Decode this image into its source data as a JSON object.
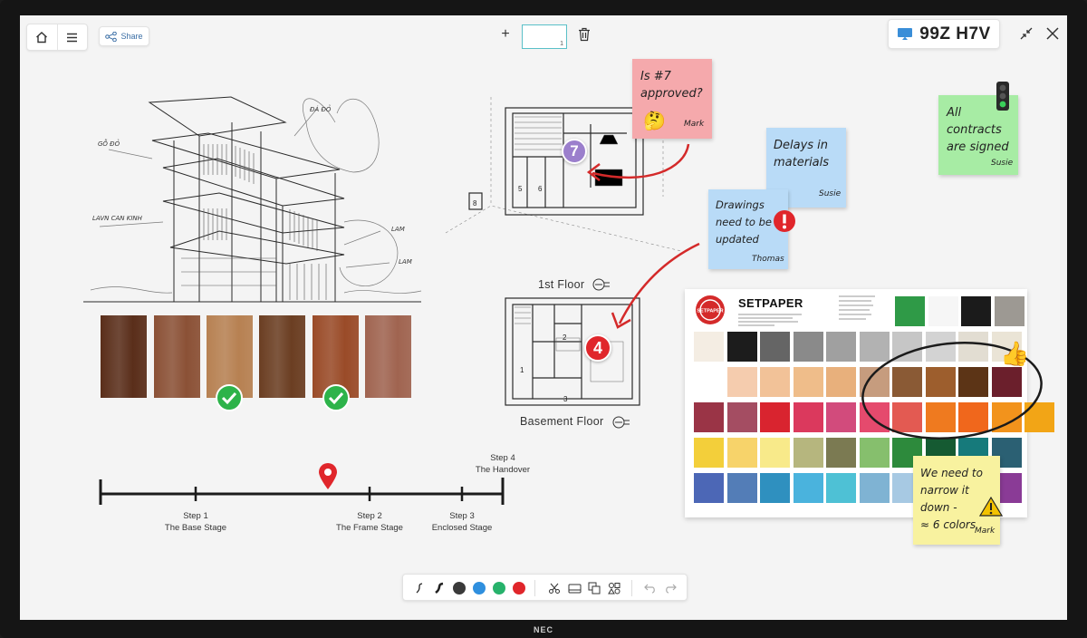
{
  "device": {
    "brand": "NEC"
  },
  "toolbar": {
    "home_icon": "home-icon",
    "menu_icon": "menu-icon",
    "share_label": "Share",
    "add_page_icon": "plus-icon",
    "page_number": "1",
    "delete_icon": "trash-icon"
  },
  "session": {
    "cast_icon": "cast-icon",
    "code": "99Z H7V",
    "minimize_icon": "collapse-icon",
    "close_icon": "close-icon"
  },
  "notes": {
    "approved": {
      "lines": [
        "Is #7",
        "approved?"
      ],
      "author": "Mark",
      "color": "#f5a9ac"
    },
    "delays": {
      "lines": [
        "Delays in",
        "materials"
      ],
      "author": "Susie",
      "color": "#b9dbf7"
    },
    "drawings": {
      "lines": [
        "Drawings",
        "need to be",
        "updated"
      ],
      "author": "Thomas",
      "color": "#b9dbf7"
    },
    "contracts": {
      "lines": [
        "All",
        "contracts",
        "are signed"
      ],
      "author": "Susie",
      "color": "#a7eca4"
    },
    "narrow": {
      "lines": [
        "We need to",
        "narrow it",
        "down -",
        "≈ 6 colors"
      ],
      "author": "Mark",
      "color": "#f8f29f"
    }
  },
  "sketch": {
    "labels": [
      "GỖ ĐỎ",
      "ĐÁ ĐỎ",
      "LAVN CAN KINH",
      "LAM",
      "LAM"
    ]
  },
  "floorplans": {
    "first_floor": "1st Floor",
    "basement_floor": "Basement Floor",
    "markers": [
      "7",
      "4"
    ],
    "room_numbers": [
      "5",
      "6",
      "8",
      "2",
      "1",
      "3"
    ]
  },
  "timeline": {
    "steps": [
      {
        "line1": "Step 1",
        "line2": "The Base Stage"
      },
      {
        "line1": "Step 2",
        "line2": "The Frame Stage"
      },
      {
        "line1": "Step 3",
        "line2": "Enclosed Stage"
      },
      {
        "line1": "Step 4",
        "line2": "The Handover"
      }
    ]
  },
  "palette": {
    "brand": "SETPAPER",
    "logo_text": "SETPAPER",
    "rows": [
      [
        "#2f9a47",
        "#f6f6f6",
        "#1b1b1b",
        "#9d9993"
      ],
      [
        "#f4ede3",
        "#1c1c1c",
        "#656565",
        "#8a8a8a",
        "#a0a0a0",
        "#b2b2b2",
        "#c6c6c6",
        "#d3d3d3",
        "#e2ddd2",
        "#eae4d6"
      ],
      [
        "#f5ccae",
        "#f2c298",
        "#efbd8a",
        "#e8b07c",
        "#c69c7e",
        "#8a5a35",
        "#9d5e2d",
        "#5c3416",
        "#6b1f2c"
      ],
      [
        "#9a3446",
        "#a44d62",
        "#d9242f",
        "#db395d",
        "#d24b7c",
        "#e54a6d",
        "#e35a52",
        "#ef7a1f",
        "#f0671c",
        "#f2931c",
        "#f2a516"
      ],
      [
        "#f3cf3a",
        "#f7d36a",
        "#f8ea8a",
        "#b6b67e",
        "#7b7a52",
        "#86bf6d",
        "#2d8a3c",
        "#155a32",
        "#167a7b",
        "#2b6073"
      ],
      [
        "#4c67b6",
        "#537db7",
        "#2f90bf",
        "#4ab3dd",
        "#4ec1d5",
        "#7fb3d3",
        "#a7c9e3",
        "#5c4d99",
        "#5c2d91",
        "#8a3b96"
      ]
    ]
  },
  "bottom_toolbar": {
    "tools": [
      "pen-icon",
      "marker-icon"
    ],
    "colors": [
      "#3a3a3a",
      "#2f8fde",
      "#27b26b",
      "#e0262b"
    ],
    "actions": [
      "scissors-icon",
      "eraser-icon",
      "copy-icon",
      "shapes-icon"
    ],
    "history": [
      "undo-icon",
      "redo-icon"
    ]
  },
  "wood_tones": [
    "#5a2e1a",
    "#8b5136",
    "#b78152",
    "#6b3e22",
    "#9a4b28",
    "#a06450"
  ],
  "approved_swatches": [
    3,
    5
  ]
}
